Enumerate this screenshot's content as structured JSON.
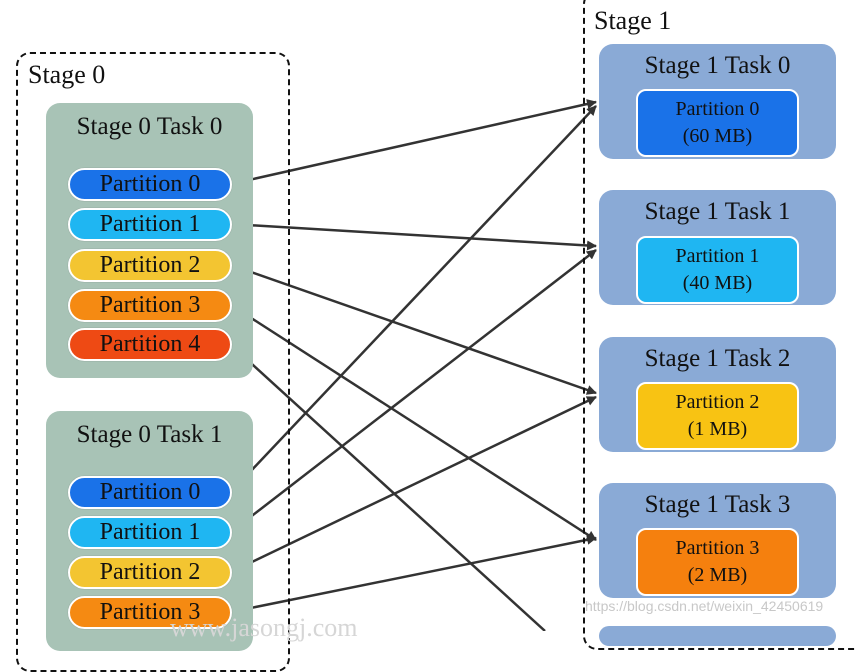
{
  "stage0": {
    "label": "Stage 0",
    "tasks": [
      {
        "title": "Stage 0 Task 0",
        "partitions": [
          {
            "label": "Partition 0",
            "color": "#1a72e8"
          },
          {
            "label": "Partition 1",
            "color": "#1fb6f2"
          },
          {
            "label": "Partition 2",
            "color": "#f3c531"
          },
          {
            "label": "Partition 3",
            "color": "#f58a12"
          },
          {
            "label": "Partition 4",
            "color": "#ee4a14"
          }
        ]
      },
      {
        "title": "Stage 0 Task 1",
        "partitions": [
          {
            "label": "Partition 0",
            "color": "#1a72e8"
          },
          {
            "label": "Partition 1",
            "color": "#1fb6f2"
          },
          {
            "label": "Partition 2",
            "color": "#f3c531"
          },
          {
            "label": "Partition 3",
            "color": "#f58a12"
          }
        ]
      }
    ]
  },
  "stage1": {
    "label": "Stage 1",
    "tasks": [
      {
        "title": "Stage 1 Task 0",
        "partition": "Partition 0",
        "size": "(60 MB)",
        "color": "#1a72e8"
      },
      {
        "title": "Stage 1 Task 1",
        "partition": "Partition 1",
        "size": "(40 MB)",
        "color": "#1fb6f2"
      },
      {
        "title": "Stage 1 Task 2",
        "partition": "Partition 2",
        "size": "(1 MB)",
        "color": "#f8c313"
      },
      {
        "title": "Stage 1 Task 3",
        "partition": "Partition 3",
        "size": "(2 MB)",
        "color": "#f5800e"
      }
    ]
  },
  "colors": {
    "task0_bg": "#a8c3b6",
    "task1_bg": "#8aaad6",
    "arrow": "#333333"
  },
  "watermark": "https://blog.csdn.net/weixin_42450619",
  "watermark2": "www.jasongj.com"
}
